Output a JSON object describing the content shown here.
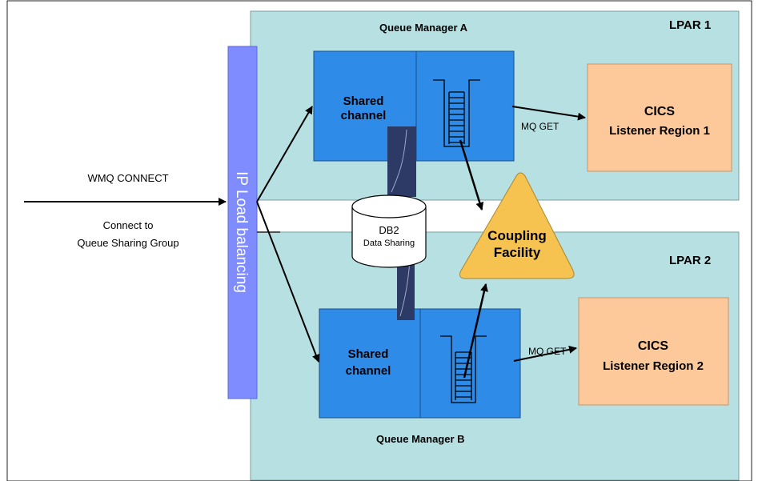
{
  "lpar1": {
    "label": "LPAR 1",
    "queue_manager": "Queue Manager A"
  },
  "lpar2": {
    "label": "LPAR 2",
    "queue_manager": "Queue Manager B"
  },
  "load_balancer": {
    "label": "IP Load balancing"
  },
  "incoming": {
    "label": "WMQ CONNECT",
    "note_line1": "Connect to",
    "note_line2": "Queue Sharing Group"
  },
  "shared_channel": {
    "line1": "Shared",
    "line2": "channel"
  },
  "mq_get": "MQ GET",
  "cics1": {
    "line1": "CICS",
    "line2": "Listener Region 1"
  },
  "cics2": {
    "line1": "CICS",
    "line2": "Listener Region 2"
  },
  "db2": {
    "line1": "DB2",
    "line2": "Data Sharing"
  },
  "coupling": {
    "line1": "Coupling",
    "line2": "Facility"
  },
  "colors": {
    "lpar_fill": "#b7e0e2",
    "qm_fill": "#2f8be8",
    "balancer_fill": "#7f8cff",
    "cics_fill": "#fdc99a",
    "coupling_fill": "#f7c350",
    "link_fill": "#2e3a66"
  }
}
